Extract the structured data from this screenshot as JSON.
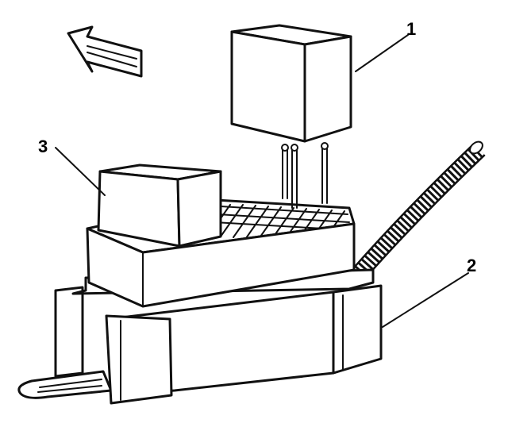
{
  "callouts": [
    {
      "id": "1",
      "label": "1",
      "part": "relay"
    },
    {
      "id": "2",
      "label": "2",
      "part": "relay-center-housing"
    },
    {
      "id": "3",
      "label": "3",
      "part": "relay-installed"
    }
  ],
  "colors": {
    "line": "#111111",
    "background": "#ffffff"
  },
  "icons": [
    "direction-arrow-icon"
  ]
}
